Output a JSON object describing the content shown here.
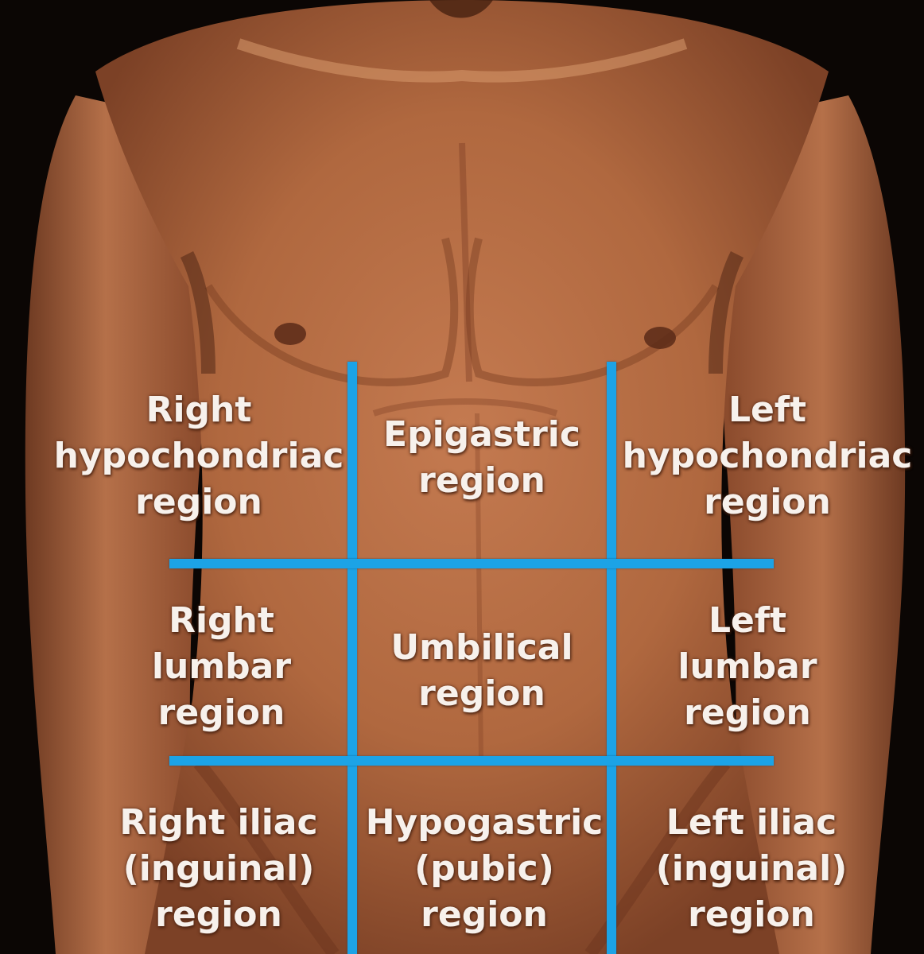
{
  "regions": {
    "right_hypochondriac": [
      "Right",
      "hypochondriac",
      "region"
    ],
    "epigastric": [
      "Epigastric",
      "region"
    ],
    "left_hypochondriac": [
      "Left",
      "hypochondriac",
      "region"
    ],
    "right_lumbar": [
      "Right",
      "lumbar",
      "region"
    ],
    "umbilical": [
      "Umbilical",
      "region"
    ],
    "left_lumbar": [
      "Left",
      "lumbar",
      "region"
    ],
    "right_iliac": [
      "Right iliac",
      "(inguinal)",
      "region"
    ],
    "hypogastric": [
      "Hypogastric",
      "(pubic)",
      "region"
    ],
    "left_iliac": [
      "Left iliac",
      "(inguinal)",
      "region"
    ]
  },
  "colors": {
    "grid_line": "#1ca3e6",
    "label_text": "#f7f1ec",
    "background": "#0b0604",
    "skin": "#b06a45"
  }
}
